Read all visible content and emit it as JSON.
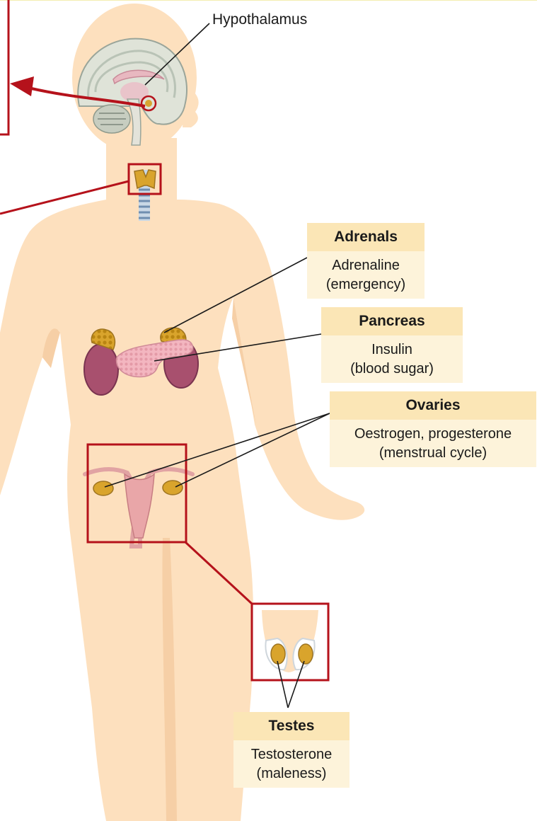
{
  "labels": {
    "hypothalamus": "Hypothalamus",
    "adrenals": {
      "title": "Adrenals",
      "line1": "Adrenaline",
      "line2": "(emergency)"
    },
    "pancreas": {
      "title": "Pancreas",
      "line1": "Insulin",
      "line2": "(blood sugar)"
    },
    "ovaries": {
      "title": "Ovaries",
      "line1": "Oestrogen, progesterone",
      "line2": "(menstrual cycle)"
    },
    "testes": {
      "title": "Testes",
      "line1": "Testosterone",
      "line2": "(maleness)"
    }
  },
  "colors": {
    "skin": "#fde0be",
    "skin_shadow": "#f6cfa6",
    "callout_red": "#b5121b",
    "label_header": "#fbe6b6",
    "label_body": "#fdf3da",
    "gland_gold": "#d8a531",
    "kidney": "#a8506e",
    "pancreas_pink": "#f2b8c0"
  }
}
